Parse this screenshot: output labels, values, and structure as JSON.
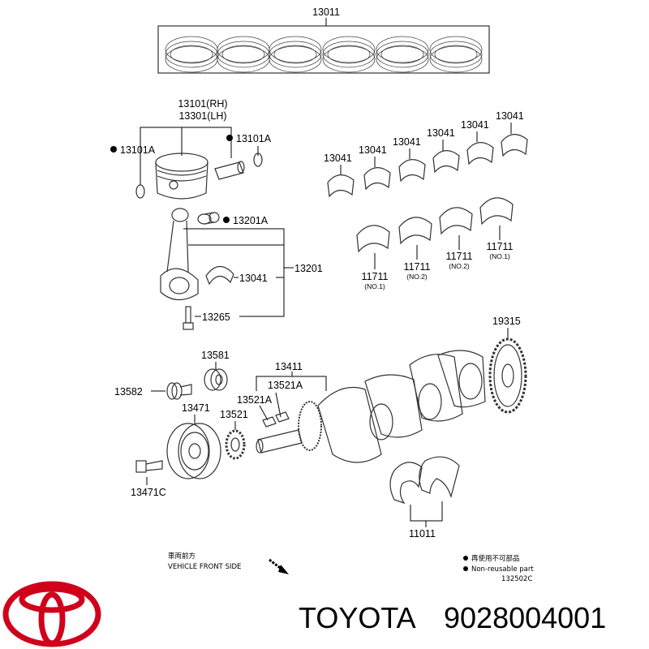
{
  "labels": {
    "rings_set": "13011",
    "piston_rh": "13101(RH)",
    "piston_lh": "13301(LH)",
    "snap_ring_left": "13101A",
    "snap_ring_right": "13101A",
    "pin_bushing": "13201A",
    "rod_bearing": "13041",
    "con_rod": "13201",
    "rod_bolt": "13265",
    "bearing_r1_1": "13041",
    "bearing_r1_2": "13041",
    "bearing_r1_3": "13041",
    "bearing_r1_4": "13041",
    "bearing_r1_5": "13041",
    "bearing_r1_6": "13041",
    "main_b1": "11711",
    "main_b1_sub": "(NO.1)",
    "main_b2": "11711",
    "main_b2_sub": "(NO.2)",
    "main_b3": "11711",
    "main_b3_sub": "(NO.2)",
    "main_b4": "11711",
    "main_b4_sub": "(NO.1)",
    "sprocket": "19315",
    "washer": "13581",
    "bolt": "13582",
    "pulley": "13471",
    "pulley_bolt": "13471C",
    "crankshaft": "13411",
    "gear": "13521",
    "key_1": "13521A",
    "key_2": "13521A",
    "thrust_washers": "11011"
  },
  "notes": {
    "front_jp": "車両前方",
    "front_en": "VEHICLE FRONT SIDE",
    "legend_jp": "再使用不可部品",
    "legend_en": "Non-reusable part",
    "code": "132502C"
  },
  "brand": {
    "name": "TOYOTA",
    "part_number": "9028004001",
    "logo_color": "#d0021b"
  }
}
